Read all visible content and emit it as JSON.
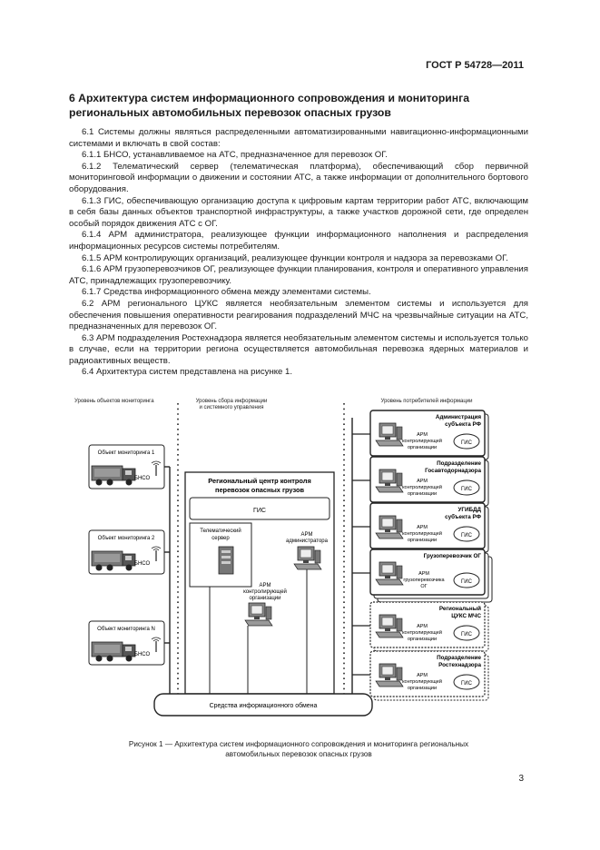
{
  "header": {
    "standard": "ГОСТ Р 54728—2011"
  },
  "section": {
    "title": "6 Архитектура систем информационного сопровождения и мониторинга региональных автомобильных перевозок опасных грузов"
  },
  "paragraphs": [
    "6.1 Системы должны являться распределенными автоматизированными навигационно-информационными системами и включать в свой состав:",
    "6.1.1 БНСО, устанавливаемое на АТС, предназначенное для перевозок ОГ.",
    "6.1.2 Телематический сервер (телематическая платформа), обеспечивающий сбор первичной мониторинговой информации о движении и состоянии АТС, а также информации от дополнительного бортового оборудования.",
    "6.1.3 ГИС, обеспечивающую организацию доступа к цифровым картам территории работ АТС, включающим в себя базы данных объектов транспортной инфраструктуры, а также участков дорожной сети, где определен особый порядок движения АТС с ОГ.",
    "6.1.4 АРМ администратора, реализующее функции информационного наполнения и распределения информационных ресурсов системы потребителям.",
    "6.1.5 АРМ контролирующих организаций, реализующее функции контроля и надзора за перевозками ОГ.",
    "6.1.6 АРМ грузоперевозчиков ОГ, реализующее функции планирования, контроля и оперативного управления АТС, принадлежащих грузоперевозчику.",
    "6.1.7 Средства информационного обмена между элементами системы.",
    "6.2 АРМ регионального ЦУКС является необязательным элементом системы и используется для обеспечения повышения оперативности реагирования подразделений МЧС на чрезвычайные ситуации на АТС, предназначенных для перевозок ОГ.",
    "6.3 АРМ подразделения Ростехнадзора является необязательным элементом системы и используется только в случае, если на территории региона осуществляется автомобильная перевозка ядерных материалов и радиоактивных веществ.",
    "6.4 Архитектура систем представлена на рисунке 1."
  ],
  "figure": {
    "levels": {
      "left": "Уровень объектов мониторинга",
      "mid1": "Уровень сбора информации",
      "mid2": "и системного управления",
      "right": "Уровень потребителей информации"
    },
    "objects": [
      "Объект мониторинга 1",
      "Объект мониторинга 2",
      "Объект мониторинга N"
    ],
    "bnso": "БНСО",
    "center": {
      "title1": "Региональный центр контроля",
      "title2": "перевозок опасных грузов",
      "gis": "ГИС",
      "server1": "Телематический",
      "server2": "сервер",
      "admin1": "АРМ",
      "admin2": "администратора",
      "ctrl1": "АРМ",
      "ctrl2": "контролирующей",
      "ctrl3": "организации"
    },
    "consumers": [
      {
        "name1": "Администрация",
        "name2": "субъекта РФ",
        "arm1": "АРМ",
        "arm2": "контролирующей",
        "arm3": "организации",
        "gis": "ГИС"
      },
      {
        "name1": "Подразделение",
        "name2": "Госавтодорнадзора",
        "arm1": "АРМ",
        "arm2": "контролирующей",
        "arm3": "организации",
        "gis": "ГИС"
      },
      {
        "name1": "УГИБДД",
        "name2": "субъекта РФ",
        "arm1": "АРМ",
        "arm2": "контролирующей",
        "arm3": "организации",
        "gis": "ГИС"
      },
      {
        "name1": "Грузоперевозчик ОГ",
        "name2": "",
        "arm1": "АРМ",
        "arm2": "грузоперевозчика",
        "arm3": "ОГ",
        "gis": "ГИС"
      },
      {
        "name1": "Региональный",
        "name2": "ЦУКС МЧС",
        "arm1": "АРМ",
        "arm2": "контролирующей",
        "arm3": "организации",
        "gis": "ГИС"
      },
      {
        "name1": "Подразделение",
        "name2": "Ростехнадзора",
        "arm1": "АРМ",
        "arm2": "контролирующей",
        "arm3": "организации",
        "gis": "ГИС"
      }
    ],
    "exchange": "Средства информационного обмена",
    "caption1": "Рисунок 1 — Архитектура систем информационного сопровождения и мониторинга региональных",
    "caption2": "автомобильных перевозок опасных грузов"
  },
  "page_number": "3"
}
